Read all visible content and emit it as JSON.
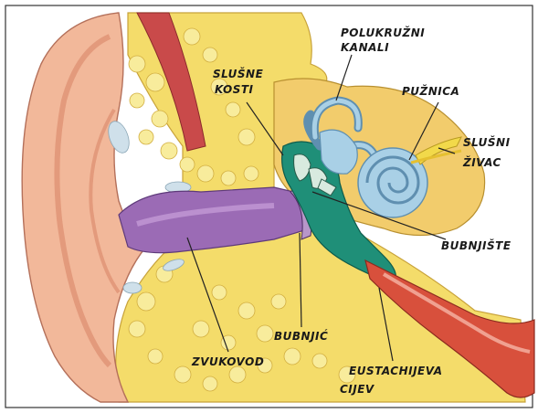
{
  "labels": {
    "polukruzni_kanali_line1": "POLUKRUŽNI",
    "polukruzni_kanali_line2": "KANALI",
    "slusne_kosti_line1": "SLUŠNE",
    "slusne_kosti_line2": "KOSTI",
    "puznica": "PUŽNICA",
    "slusni_zivac_line1": "SLUŠNI",
    "slusni_zivac_line2": "ŽIVAC",
    "bubnjiste": "BUBNJIŠTE",
    "bubnjic": "BUBNJIĆ",
    "zvukovod": "ZVUKOVOD",
    "eustachijeva_cijev_line1": "EUSTACHIJEVA",
    "eustachijeva_cijev_line2": "CIJEV"
  },
  "colors": {
    "frame": "#333333",
    "skin": "#f2b89a",
    "skin_shadow": "#e39a7c",
    "fat": "#f4dc6a",
    "fat_light": "#f8ec9c",
    "bone": "#f2cc6c",
    "canal": "#9b6bb5",
    "canal_light": "#c39ad6",
    "middle_ear": "#1f8f78",
    "inner_ear": "#a9d0e6",
    "inner_ear_dark": "#5f8fb0",
    "muscle": "#c94a4a",
    "nerve": "#f2d94a",
    "tube": "#d8503c"
  }
}
